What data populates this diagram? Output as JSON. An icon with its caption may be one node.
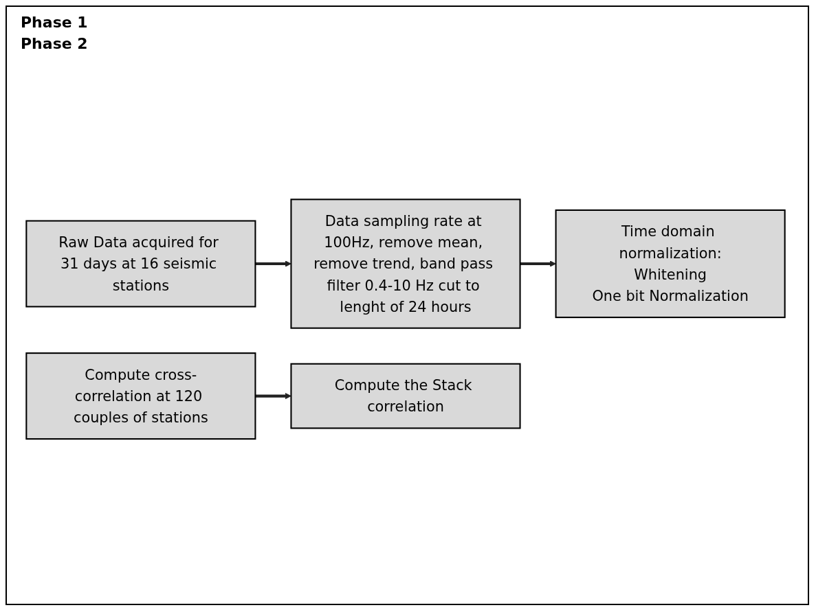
{
  "diagram": {
    "nodes": [
      {
        "text": [
          "Raw Data acquired for 31 days at 16 seismic stations"
        ]
      },
      {
        "text": [
          "Data sampling rate at 100Hz, remove mean, remove trend, band pass filter 0.4-10 Hz cut to lenght of 24 hours"
        ]
      },
      {
        "text": [
          "Time domain normalization:",
          "Whitening",
          "One bit Normalization"
        ]
      },
      {
        "text": [
          "Compute cross-correlation at 120 couples of stations"
        ]
      },
      {
        "text": [
          "Compute the Stack correlation"
        ]
      }
    ],
    "edges": [
      {
        "from": 0,
        "to": 1,
        "arrow": "to"
      },
      {
        "from": 1,
        "to": 2,
        "arrow": "to"
      },
      {
        "from": 3,
        "to": 4,
        "arrow": "to"
      }
    ],
    "labels": [
      "Phase 1",
      "Phase 2"
    ]
  }
}
